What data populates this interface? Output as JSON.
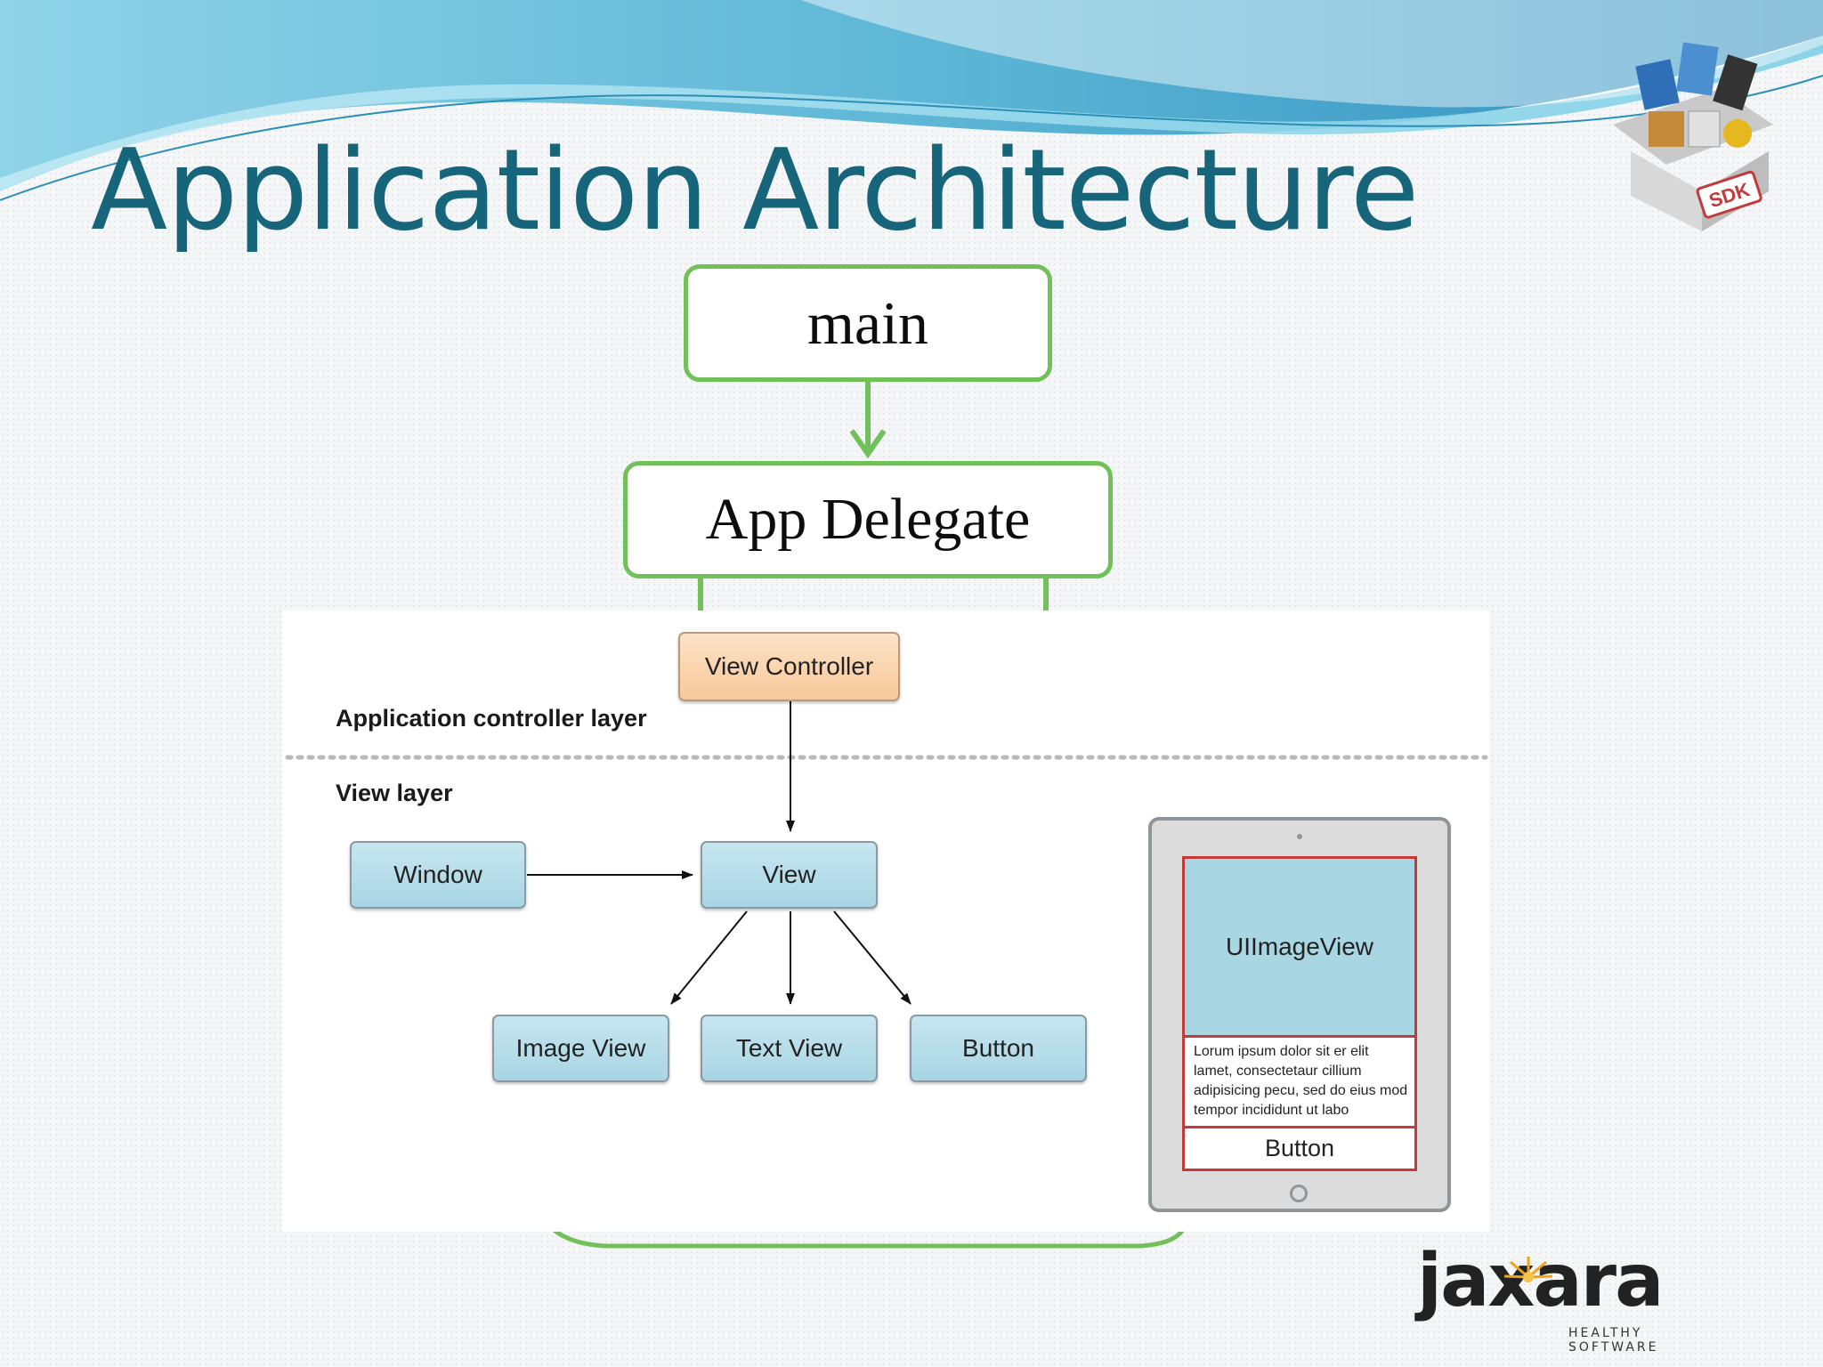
{
  "slide": {
    "title": "Application Architecture"
  },
  "flow": {
    "main_label": "main",
    "delegate_label": "App Delegate"
  },
  "diagram": {
    "layers": {
      "controller_layer": "Application controller layer",
      "view_layer": "View layer"
    },
    "nodes": {
      "view_controller": "View Controller",
      "window": "Window",
      "view": "View",
      "image_view": "Image View",
      "text_view": "Text View",
      "button": "Button"
    },
    "ipad": {
      "image_label": "UIImageView",
      "body_text": "Lorum ipsum dolor sit er elit lamet, consectetaur cillium adipisicing pecu, sed do eius mod tempor incididunt ut labo",
      "button_label": "Button"
    }
  },
  "branding": {
    "sdk_badge": "SDK",
    "logo_name": "jaxara",
    "logo_tagline": "HEALTHY SOFTWARE"
  },
  "colors": {
    "title": "#17657a",
    "flow_border": "#72c05a",
    "node_blue": "#a9d5e4",
    "node_orange": "#f7c99a",
    "screen_border": "#c43a3a"
  }
}
